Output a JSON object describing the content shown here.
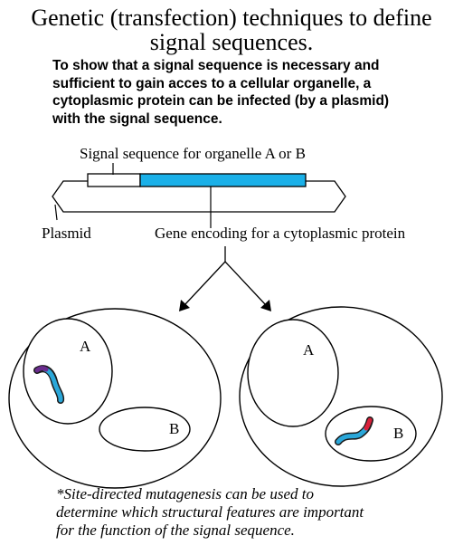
{
  "title": {
    "line1": "Genetic (transfection) techniques to define",
    "line2": "signal sequences."
  },
  "intro": {
    "line1": "To show that a signal sequence is necessary and",
    "line2": "sufficient to gain acces to a cellular organelle, a",
    "line3": "cytoplasmic protein can be infected (by a plasmid)",
    "line4": "with the signal sequence."
  },
  "labels": {
    "signal_sequence": "Signal sequence for organelle A or B",
    "plasmid": "Plasmid",
    "gene": "Gene encoding for a cytoplasmic protein",
    "left_a": "A",
    "left_b": "B",
    "right_a": "A",
    "right_b": "B"
  },
  "footnote": {
    "line1": "*Site-directed mutagenesis can be used to",
    "line2": "determine which structural features are important",
    "line3": "for the function of the signal sequence."
  },
  "colors": {
    "gene_fill": "#1ab0e8",
    "protein_blue": "#2aa7d9",
    "signal_purple": "#6a2c8e",
    "signal_red": "#d8203a"
  }
}
